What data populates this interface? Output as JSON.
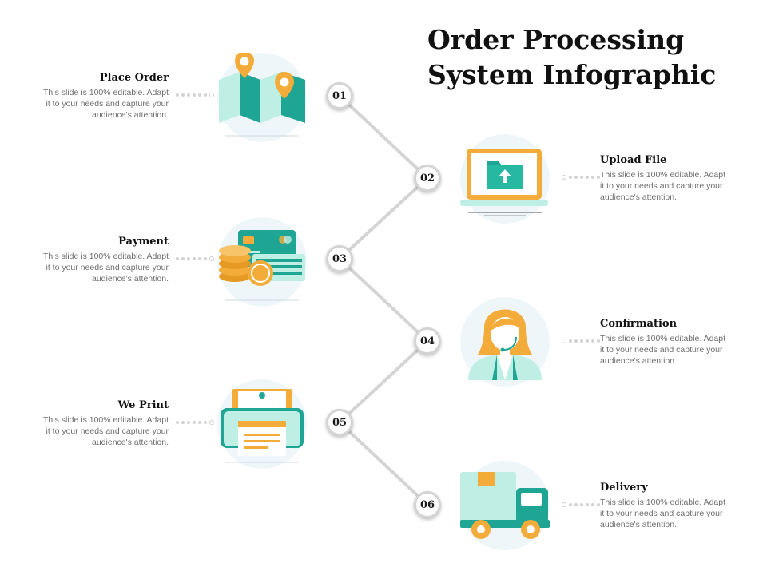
{
  "title_line1": "Order Processing",
  "title_line2": "System Infographic",
  "steps": [
    {
      "number": "01",
      "title": "Place Order",
      "desc": "This slide is 100% editable. Adapt it to your needs and capture your audience's attention.",
      "icon": "map-pin-icon"
    },
    {
      "number": "02",
      "title": "Upload File",
      "desc": "This slide is 100% editable. Adapt it to your needs and capture your audience's attention.",
      "icon": "laptop-upload-icon"
    },
    {
      "number": "03",
      "title": "Payment",
      "desc": "This slide is 100% editable. Adapt it to your needs and capture your audience's attention.",
      "icon": "payment-coins-icon"
    },
    {
      "number": "04",
      "title": "Confirmation",
      "desc": "This slide is 100% editable. Adapt it to your needs and capture your audience's attention.",
      "icon": "support-agent-icon"
    },
    {
      "number": "05",
      "title": "We Print",
      "desc": "This slide is 100% editable. Adapt it to your needs and capture your audience's attention.",
      "icon": "printer-icon"
    },
    {
      "number": "06",
      "title": "Delivery",
      "desc": "This slide is 100% editable. Adapt it to your needs and capture your audience's attention.",
      "icon": "delivery-truck-icon"
    }
  ],
  "colors": {
    "teal": "#1fa593",
    "light_teal": "#bfeee4",
    "orange": "#f3ac3a",
    "icon_bg": "#eef6fa",
    "connector": "#d4d4d4"
  }
}
